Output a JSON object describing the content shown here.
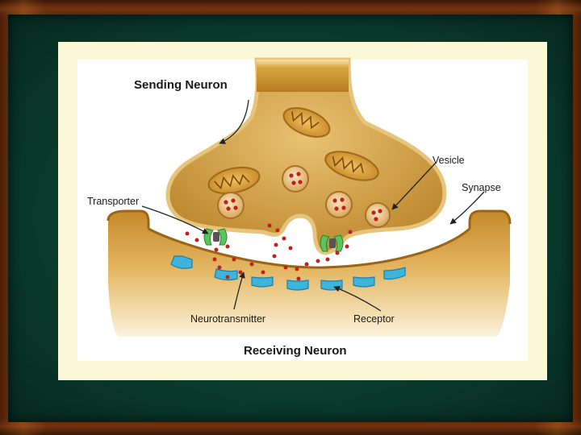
{
  "labels": {
    "sending_neuron": "Sending Neuron",
    "vesicle": "Vesicle",
    "synapse": "Synapse",
    "transporter": "Transporter",
    "neurotransmitter": "Neurotransmitter",
    "receptor": "Receptor",
    "receiving_neuron": "Receiving Neuron"
  },
  "colors": {
    "frame_wood": "#5a2408",
    "board_green": "#0a3b2c",
    "panel_cream": "#fcf8d6",
    "neuron_gold": "#c9962d",
    "receptor_blue": "#3cb4dc",
    "transporter_green": "#5cc45c",
    "neurotransmitter_red": "#c0211c"
  }
}
